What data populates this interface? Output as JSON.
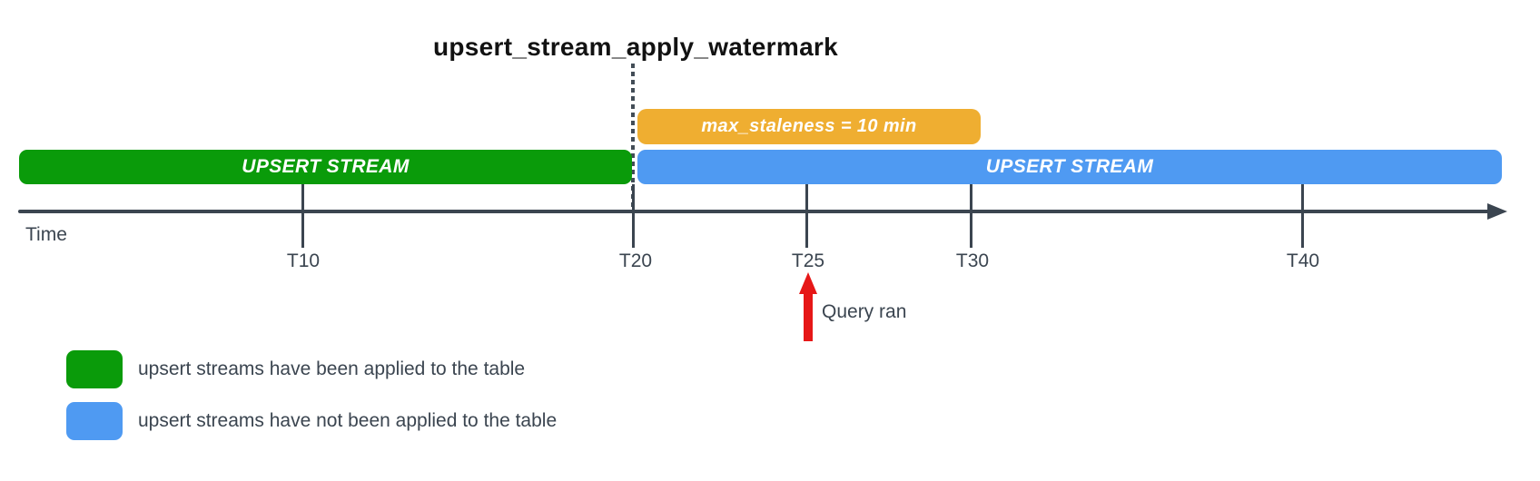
{
  "diagram": {
    "title": "upsert_stream_apply_watermark",
    "staleness_bar": {
      "label": "max_staleness = 10 min"
    },
    "applied_bar": {
      "label": "UPSERT STREAM"
    },
    "unapplied_bar": {
      "label": "UPSERT STREAM"
    },
    "timeline": {
      "axis_label": "Time",
      "ticks": [
        {
          "label": "T10"
        },
        {
          "label": "T20"
        },
        {
          "label": "T25"
        },
        {
          "label": "T30"
        },
        {
          "label": "T40"
        }
      ]
    },
    "annotation": {
      "label": "Query ran"
    },
    "legend": {
      "applied": {
        "label": "upsert streams have been applied to the table",
        "swatch_color": "#0a9b0a"
      },
      "not_applied": {
        "label": "upsert streams have not been applied to the table",
        "swatch_color": "#4f9af2"
      }
    },
    "colors": {
      "applied_green": "#0a9b0a",
      "unapplied_blue": "#4f9af2",
      "staleness_orange": "#efae31",
      "annotation_red": "#e61717",
      "axis_slate": "#3b4550",
      "watermark_dash": "#434d57",
      "title_text": "#121212"
    }
  }
}
